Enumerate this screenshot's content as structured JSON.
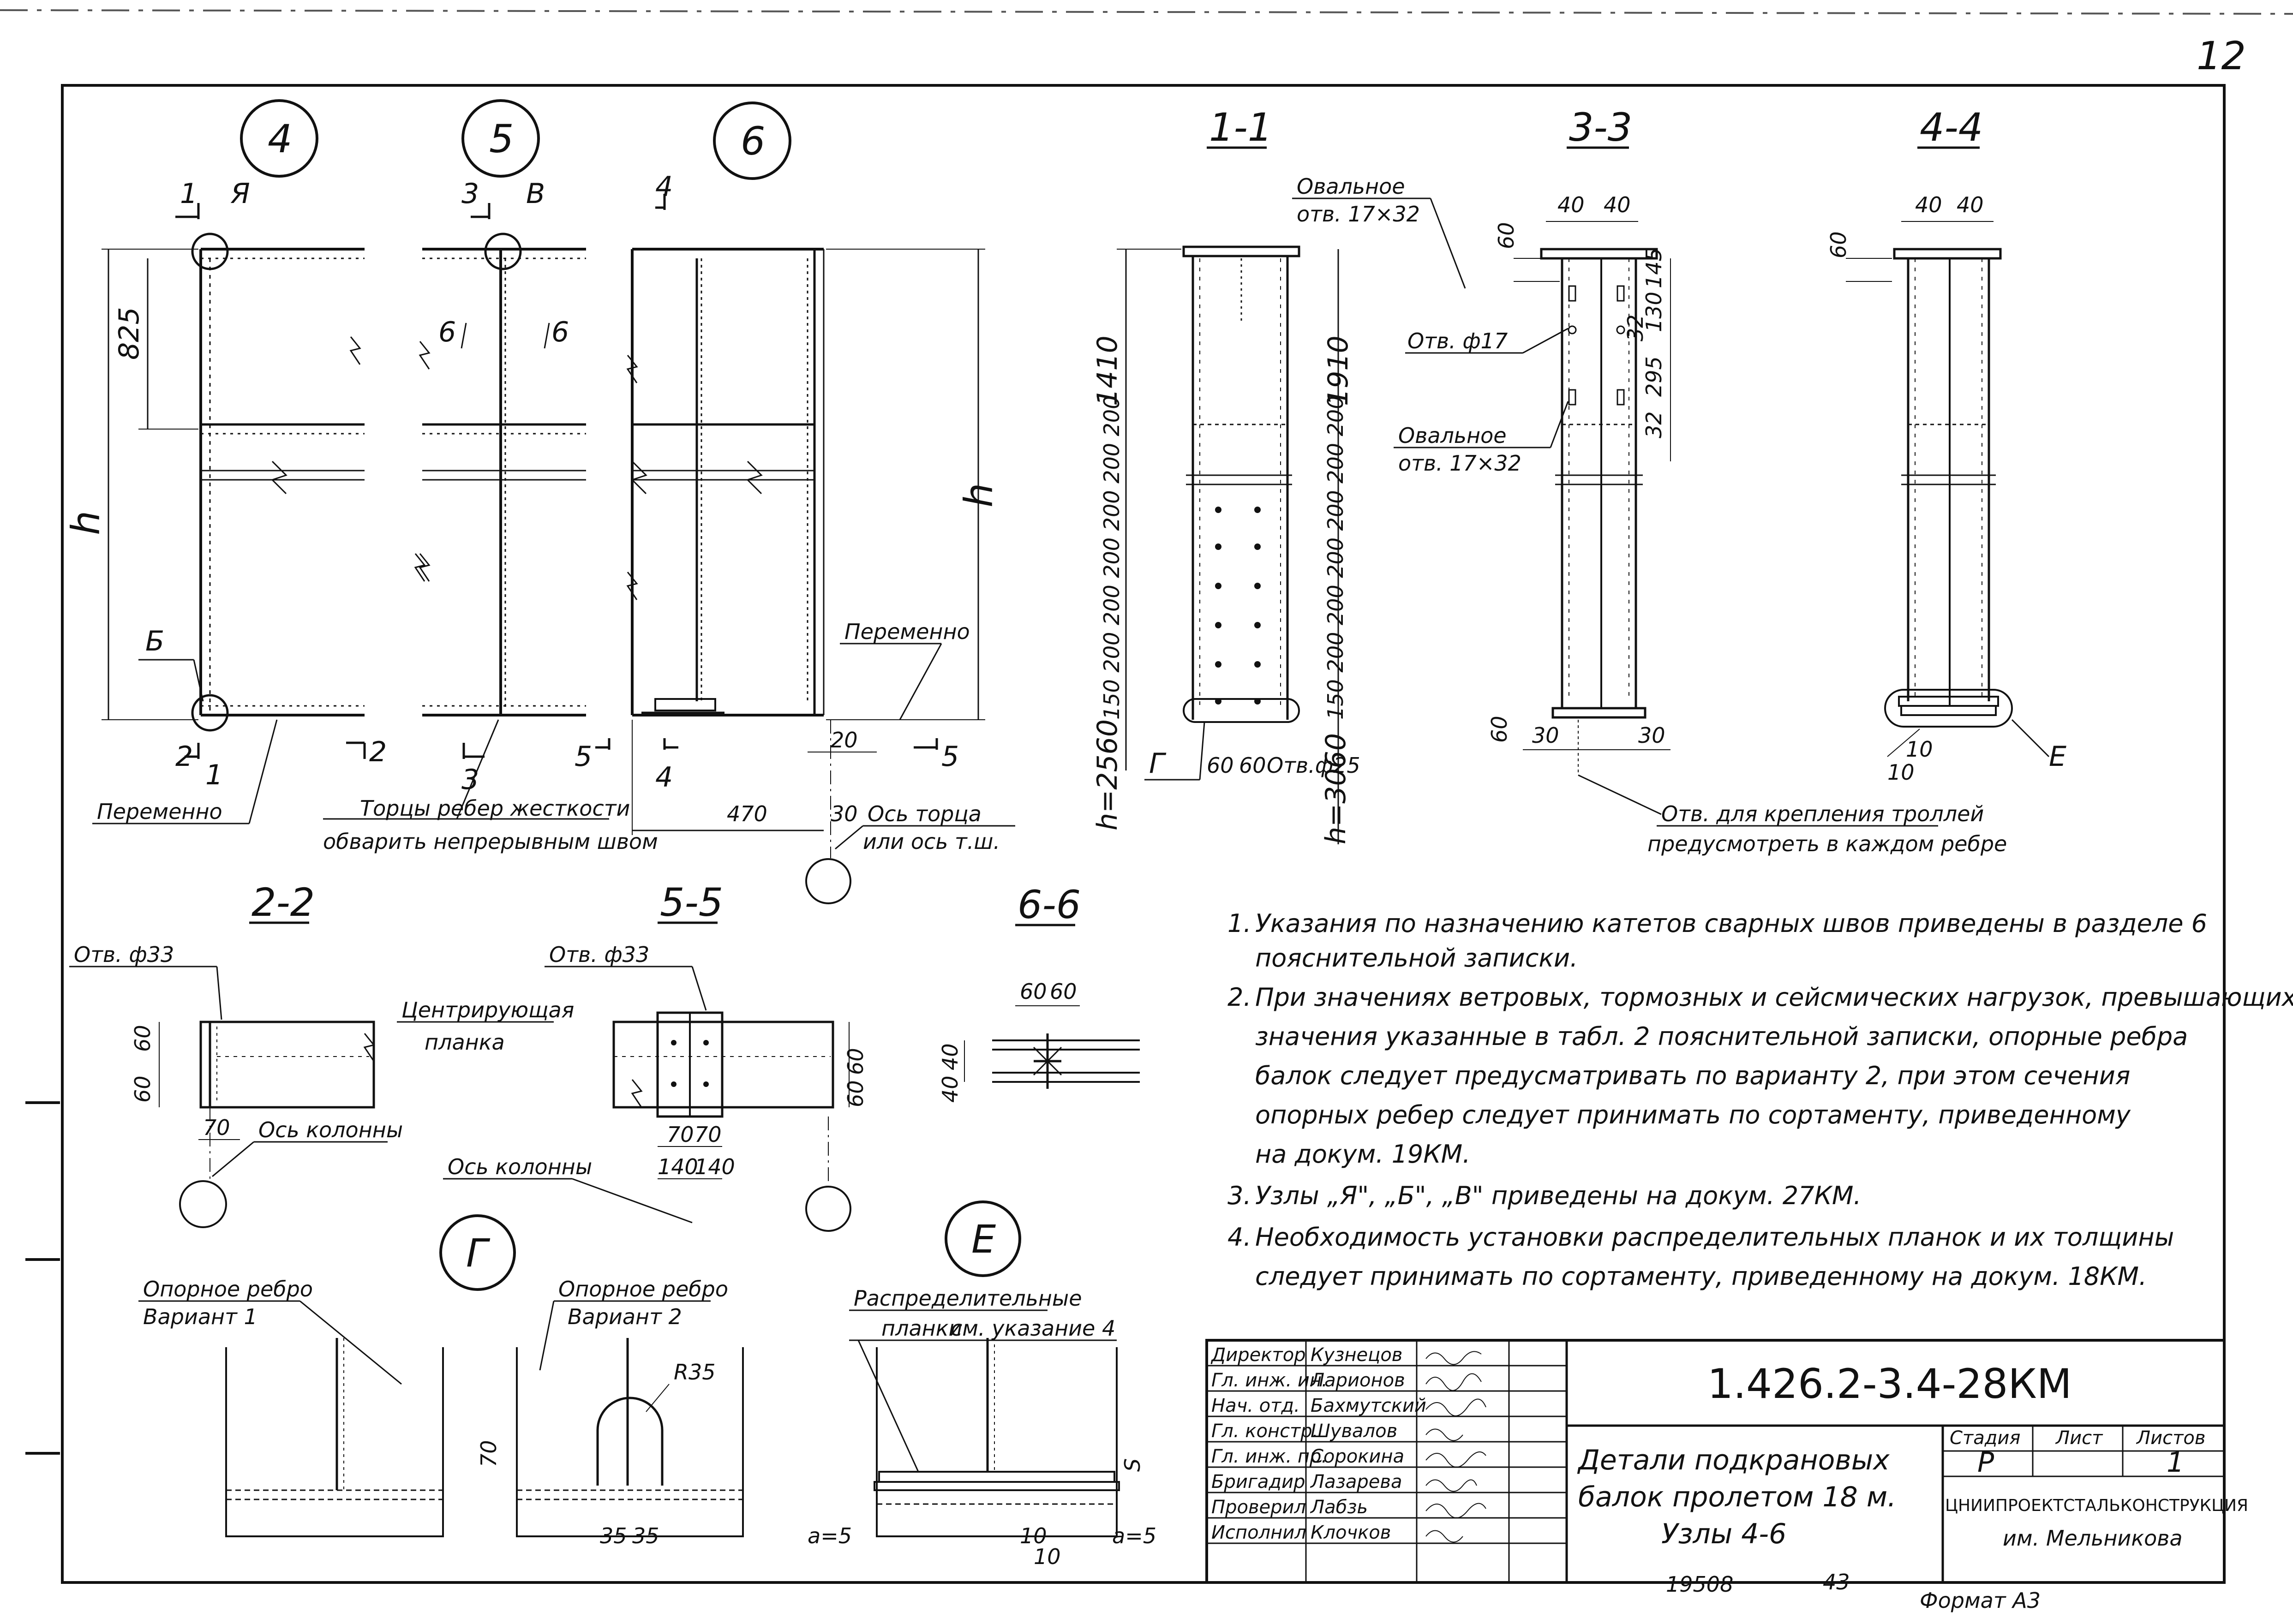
{
  "sheet": {
    "corner_mark": "12",
    "format": "Формат А3",
    "archive_no": "19508",
    "page_no": "43"
  },
  "node_circles": [
    {
      "id": "node-4",
      "label": "4"
    },
    {
      "id": "node-5",
      "label": "5"
    },
    {
      "id": "node-6",
      "label": "6"
    },
    {
      "id": "node-g",
      "label": "Г"
    },
    {
      "id": "node-e",
      "label": "Е"
    }
  ],
  "section_titles": {
    "s11": "1-1",
    "s33": "3-3",
    "s44": "4-4",
    "s22": "2-2",
    "s55": "5-5",
    "s66": "6-6"
  },
  "cut_marks": {
    "c1": "1",
    "c3": "3",
    "c4": "4",
    "c2l": "2",
    "c2r": "2",
    "c1b": "1",
    "c3b": "3",
    "c5l": "5",
    "c4b": "4",
    "c5r": "5",
    "c6l": "6",
    "c6r": "6",
    "uzel_ya": "Я",
    "uzel_b": "Б",
    "uzel_v": "В"
  },
  "node4": {
    "dim_825": "825",
    "dim_h": "h",
    "label_peremenno": "Переменно"
  },
  "node5": {
    "label_tortsy_1": "Торцы ребер жесткости",
    "label_tortsy_2": "обварить непрерывным швом"
  },
  "node6": {
    "dim_h": "h",
    "label_peremenno": "Переменно",
    "dim_20": "20",
    "dim_470": "470",
    "dim_30": "30",
    "label_os_1": "Ось торца",
    "label_os_2": "или ось т.ш."
  },
  "section11": {
    "label_oval_1": "Овальное",
    "label_oval_2": "отв. 17×32",
    "dim_1410": "1410",
    "dim_1910": "1910",
    "left_steps": "150 200 200 200 200 200 200",
    "right_steps": "150 200 200 200 200 200 200",
    "dim_h2560": "h=2560",
    "dim_h3060": "h=3060",
    "label_g": "Г",
    "dim_60a": "60",
    "dim_60b": "60",
    "label_otv25": "Отв.ф25"
  },
  "section33": {
    "dim_40a": "40",
    "dim_40b": "40",
    "dim_60": "60",
    "dim_145": "145",
    "dim_130": "130",
    "dim_32a": "32",
    "dim_295": "295",
    "dim_32b": "32",
    "label_otv17": "Отв. ф17",
    "label_oval_1": "Овальное",
    "label_oval_2": "отв. 17×32",
    "dim_60b": "60",
    "dim_30a": "30",
    "dim_30b": "30",
    "label_trolley_1": "Отв. для крепления троллей",
    "label_trolley_2": "предусмотреть в каждом ребре"
  },
  "section44": {
    "dim_40a": "40",
    "dim_40b": "40",
    "dim_60": "60",
    "dim_10a": "10",
    "dim_10b": "10",
    "label_e": "Е"
  },
  "section22": {
    "label_otv33": "Отв. ф33",
    "dim_60a": "60",
    "dim_60b": "60",
    "dim_70": "70",
    "label_planka_1": "Центрирующая",
    "label_planka_2": "планка",
    "label_os_kol": "Ось колонны"
  },
  "section55": {
    "label_otv33": "Отв. ф33",
    "dim_60a": "60",
    "dim_60b": "60",
    "dim_70a": "70",
    "dim_70b": "70",
    "dim_140a": "140",
    "dim_140b": "140",
    "label_os_kol": "Ось колонны"
  },
  "section66": {
    "dim_60a": "60",
    "dim_60b": "60",
    "dim_40a": "40",
    "dim_40b": "40"
  },
  "notes": [
    {
      "n": "1.",
      "lines": [
        "Указания по назначению катетов сварных швов приведены в разделе 6",
        "пояснительной записки."
      ]
    },
    {
      "n": "2.",
      "lines": [
        "При значениях ветровых, тормозных и сейсмических нагрузок, превышающих",
        "значения   указанные в табл. 2 пояснительной записки, опорные ребра",
        "балок следует предусматривать по варианту 2, при этом сечения",
        "опорных ребер следует принимать по сортаменту, приведенному",
        "на докум. 19КМ."
      ]
    },
    {
      "n": "3.",
      "lines": [
        "Узлы „Я\", „Б\", „В\" приведены на докум. 27КМ."
      ]
    },
    {
      "n": "4.",
      "lines": [
        "Необходимость установки распределительных планок и их толщины",
        "следует принимать по сортаменту, приведенному на докум. 18КМ."
      ]
    }
  ],
  "detailG": {
    "v1_label_1": "Опорное ребро",
    "v1_label_2": "Вариант 1",
    "v2_label_1": "Опорное ребро",
    "v2_label_2": "Вариант 2",
    "dim_r35": "R35",
    "dim_70": "70",
    "dim_35a": "35",
    "dim_35b": "35"
  },
  "detailE": {
    "label_1": "Распределительные",
    "label_2": "планки",
    "label_3": "см. указание 4",
    "dim_a5a": "a=5",
    "dim_a5b": "a=5",
    "dim_s": "S",
    "dim_10a": "10",
    "dim_10b": "10"
  },
  "title_block": {
    "doc_code": "1.426.2-3.4-28КМ",
    "title_lines": [
      "Детали подкрановых",
      "балок пролетом 18 м.",
      "Узлы 4-6"
    ],
    "col_stage": "Стадия",
    "col_sheet": "Лист",
    "col_sheets": "Листов",
    "stage": "Р",
    "sheet": "",
    "sheets": "1",
    "org_1": "ЦНИИПРОЕКТСТАЛЬКОНСТРУКЦИЯ",
    "org_2": "им. Мельникова",
    "roles": [
      {
        "role": "Директор",
        "name": "Кузнецов"
      },
      {
        "role": "Гл. инж. ин.",
        "name": "Ларионов"
      },
      {
        "role": "Нач. отд.",
        "name": "Бахмутский"
      },
      {
        "role": "Гл. констр.",
        "name": "Шувалов"
      },
      {
        "role": "Гл. инж. пр.",
        "name": "Сорокина"
      },
      {
        "role": "Бригадир",
        "name": "Лазарева"
      },
      {
        "role": "Проверил",
        "name": "Лабзь"
      },
      {
        "role": "Исполнил",
        "name": "Клочков"
      }
    ]
  }
}
